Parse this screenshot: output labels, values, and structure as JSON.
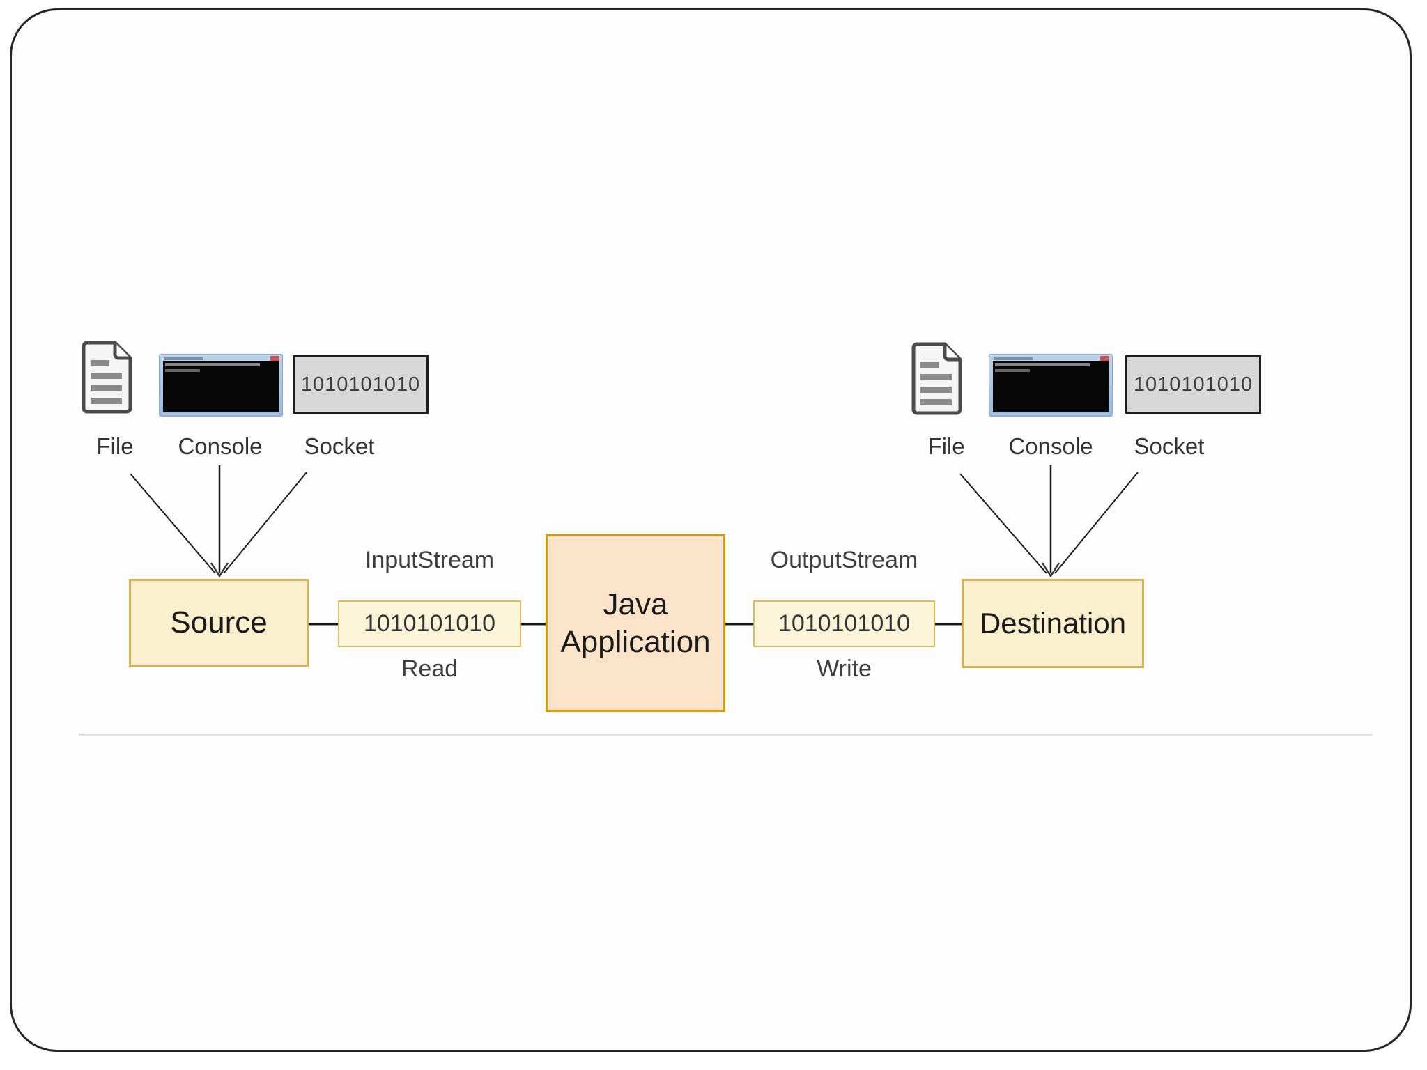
{
  "diagram": {
    "title_semantic": "Java IO Streams concept diagram",
    "source_node": {
      "label": "Source"
    },
    "destination_node": {
      "label": "Destination"
    },
    "java_application_node": {
      "line1": "Java",
      "line2": "Application"
    },
    "input_stream": {
      "label": "InputStream",
      "bits": "1010101010",
      "action": "Read"
    },
    "output_stream": {
      "label": "OutputStream",
      "bits": "1010101010",
      "action": "Write"
    },
    "source_endpoints": {
      "file": "File",
      "console": "Console",
      "socket": "Socket",
      "socket_bits": "1010101010"
    },
    "destination_endpoints": {
      "file": "File",
      "console": "Console",
      "socket": "Socket",
      "socket_bits": "1010101010"
    },
    "colors": {
      "node_yellow_fill": "#fbf0ce",
      "node_yellow_border": "#d4b357",
      "bits_yellow_fill": "#fcf4d8",
      "bits_yellow_border": "#d9bc62",
      "java_orange_fill": "#fbe3c9",
      "java_orange_border": "#d79b00",
      "socket_gray_fill": "#d8d8d8",
      "line_color": "#1a1a1a",
      "divider_gray": "#c9c9c9"
    }
  }
}
